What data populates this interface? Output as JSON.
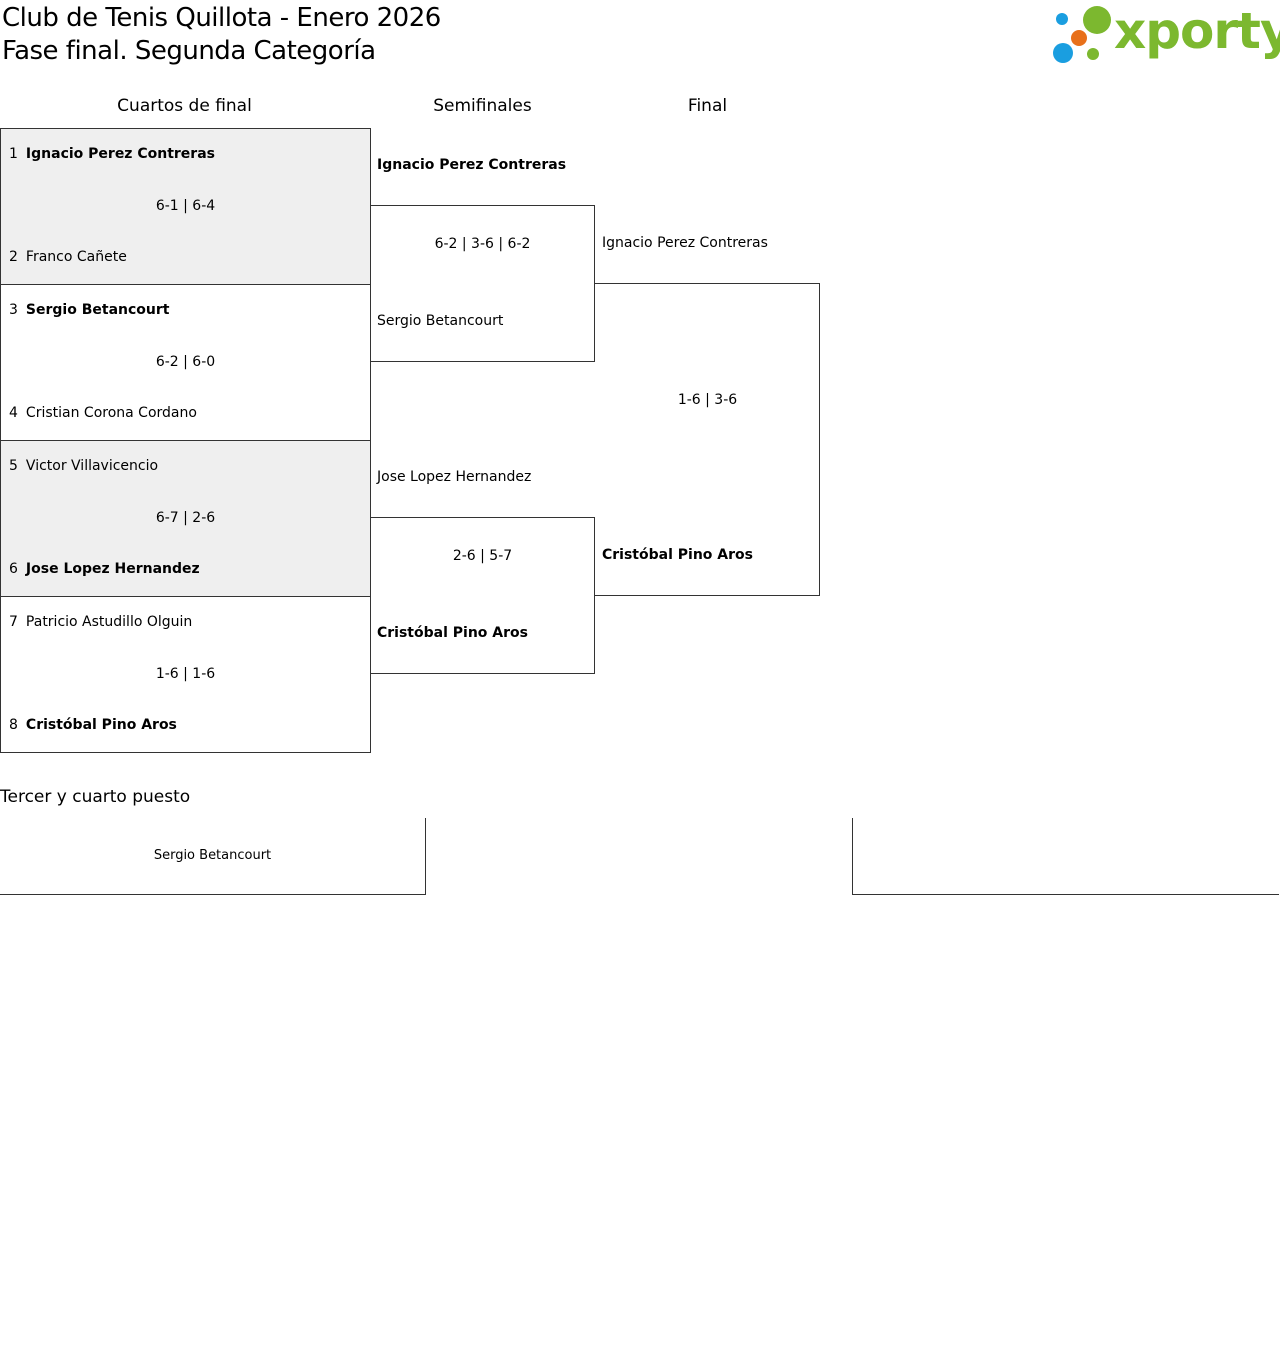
{
  "header": {
    "title_line1": "Club de Tenis Quillota - Enero 2026",
    "title_line2": "Fase final. Segunda Categoría",
    "logo_text": "xporty",
    "logo_colors": {
      "green": "#7cb82f",
      "blue": "#1a9ee0",
      "orange": "#e8701a"
    }
  },
  "rounds": {
    "quarterfinals": "Cuartos de final",
    "semifinals": "Semifinales",
    "final": "Final"
  },
  "quarterfinals": [
    {
      "p1": {
        "seed": "1",
        "name": "Ignacio Perez Contreras"
      },
      "p2": {
        "seed": "2",
        "name": "Franco Cañete"
      },
      "score": "6-1 | 6-4"
    },
    {
      "p1": {
        "seed": "3",
        "name": "Sergio Betancourt"
      },
      "p2": {
        "seed": "4",
        "name": "Cristian Corona Cordano"
      },
      "score": "6-2 | 6-0"
    },
    {
      "p1": {
        "seed": "5",
        "name": "Victor Villavicencio"
      },
      "p2": {
        "seed": "6",
        "name": "Jose Lopez Hernandez"
      },
      "score": "6-7 | 2-6"
    },
    {
      "p1": {
        "seed": "7",
        "name": "Patricio Astudillo Olguin"
      },
      "p2": {
        "seed": "8",
        "name": "Cristóbal Pino Aros"
      },
      "score": "1-6 | 1-6"
    }
  ],
  "semifinals": [
    {
      "p1": "Ignacio Perez Contreras",
      "p2": "Sergio Betancourt",
      "score": "6-2 | 3-6 | 6-2"
    },
    {
      "p1": "Jose Lopez Hernandez",
      "p2": "Cristóbal Pino Aros",
      "score": "2-6 | 5-7"
    }
  ],
  "final": {
    "p1": "Ignacio Perez Contreras",
    "p2": "Cristóbal Pino Aros",
    "score": "1-6 | 3-6"
  },
  "third_place": {
    "heading": "Tercer y cuarto puesto",
    "player": "Sergio Betancourt"
  }
}
